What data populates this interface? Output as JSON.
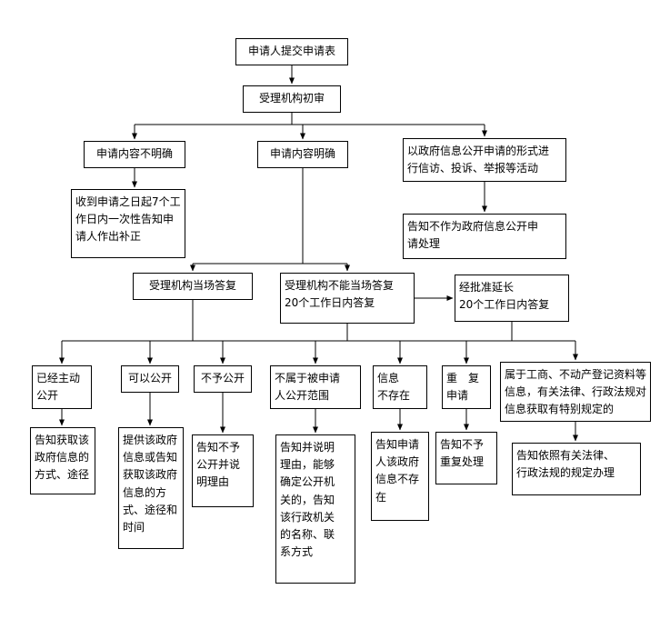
{
  "nodes": {
    "submit": {
      "label": "申请人提交申请表"
    },
    "review": {
      "label": "受理机构初审"
    },
    "unclear": {
      "label": "申请内容不明确"
    },
    "clear": {
      "label": "申请内容明确"
    },
    "petition": {
      "label": "以政府信息公开申请的形式进\n行信访、投诉、举报等活动"
    },
    "correct": {
      "label": "收到申请之日起7个工\n作日内一次性告知申\n请人作出补正"
    },
    "not_as": {
      "label": "告知不作为政府信息公开申\n请处理"
    },
    "onspot": {
      "label": "受理机构当场答复"
    },
    "within20": {
      "label": "受理机构不能当场答复\n20个工作日内答复"
    },
    "extend20": {
      "label": "经批准延长\n20个工作日内答复"
    },
    "already": {
      "label": "已经主动\n公开"
    },
    "can_open": {
      "label": "可以公开"
    },
    "not_open": {
      "label": "不予公开"
    },
    "not_scope": {
      "label": "不属于被申请\n人公开范围"
    },
    "not_exist": {
      "label": "信息\n不存在"
    },
    "repeat": {
      "label": "重　复\n申请"
    },
    "special": {
      "label": "属于工商、不动产登记资料等\n信息，有关法律、行政法规对\n信息获取有特别规定的"
    },
    "tell_way": {
      "label": "告知获取该\n政府信息的\n方式、途径"
    },
    "provide": {
      "label": "提供该政府\n信息或告知\n获取该政府\n信息的方\n式、途径和\n时间"
    },
    "tell_no_open": {
      "label": "告知不予\n公开并说\n明理由"
    },
    "tell_reason": {
      "label": "告知并说明\n理由，能够\n确定公开机\n关的，告知\n该行政机关\n的名称、联\n系方式"
    },
    "tell_not_exist": {
      "label": "告知申请\n人该政府\n信息不存\n在"
    },
    "tell_no_repeat": {
      "label": "告知不予\n重复处理"
    },
    "per_law": {
      "label": "告知依照有关法律、\n行政法规的规定办理"
    }
  },
  "colors": {
    "line": "#000000",
    "box_border": "#000000",
    "box_background": "#ffffff",
    "text": "#000000",
    "page_background": "#ffffff"
  }
}
